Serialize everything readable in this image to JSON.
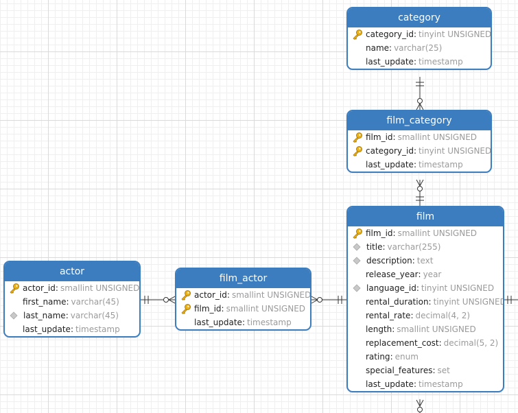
{
  "tables": [
    {
      "id": "category",
      "name": "category",
      "columns": [
        {
          "name": "category_id",
          "type": "tinyint UNSIGNED",
          "icon": "key"
        },
        {
          "name": "name",
          "type": "varchar(25)",
          "icon": "none"
        },
        {
          "name": "last_update",
          "type": "timestamp",
          "icon": "none"
        }
      ]
    },
    {
      "id": "film-category",
      "name": "film_category",
      "columns": [
        {
          "name": "film_id",
          "type": "smallint UNSIGNED",
          "icon": "key"
        },
        {
          "name": "category_id",
          "type": "tinyint UNSIGNED",
          "icon": "key"
        },
        {
          "name": "last_update",
          "type": "timestamp",
          "icon": "none"
        }
      ]
    },
    {
      "id": "film",
      "name": "film",
      "columns": [
        {
          "name": "film_id",
          "type": "smallint UNSIGNED",
          "icon": "key"
        },
        {
          "name": "title",
          "type": "varchar(255)",
          "icon": "diamond"
        },
        {
          "name": "description",
          "type": "text",
          "icon": "diamond"
        },
        {
          "name": "release_year",
          "type": "year",
          "icon": "none"
        },
        {
          "name": "language_id",
          "type": "tinyint UNSIGNED",
          "icon": "diamond"
        },
        {
          "name": "rental_duration",
          "type": "tinyint UNSIGNED",
          "icon": "none"
        },
        {
          "name": "rental_rate",
          "type": "decimal(4, 2)",
          "icon": "none"
        },
        {
          "name": "length",
          "type": "smallint UNSIGNED",
          "icon": "none"
        },
        {
          "name": "replacement_cost",
          "type": "decimal(5, 2)",
          "icon": "none"
        },
        {
          "name": "rating",
          "type": "enum",
          "icon": "none"
        },
        {
          "name": "special_features",
          "type": "set",
          "icon": "none"
        },
        {
          "name": "last_update",
          "type": "timestamp",
          "icon": "none"
        }
      ]
    },
    {
      "id": "actor",
      "name": "actor",
      "columns": [
        {
          "name": "actor_id",
          "type": "smallint UNSIGNED",
          "icon": "key"
        },
        {
          "name": "first_name",
          "type": "varchar(45)",
          "icon": "none"
        },
        {
          "name": "last_name",
          "type": "varchar(45)",
          "icon": "diamond"
        },
        {
          "name": "last_update",
          "type": "timestamp",
          "icon": "none"
        }
      ]
    },
    {
      "id": "film-actor",
      "name": "film_actor",
      "columns": [
        {
          "name": "actor_id",
          "type": "smallint UNSIGNED",
          "icon": "key"
        },
        {
          "name": "film_id",
          "type": "smallint UNSIGNED",
          "icon": "key"
        },
        {
          "name": "last_update",
          "type": "timestamp",
          "icon": "none"
        }
      ]
    }
  ],
  "relationships": [
    {
      "from": "category",
      "to": "film_category",
      "from_cardinality": "one",
      "to_cardinality": "zero-or-many"
    },
    {
      "from": "film",
      "to": "film_category",
      "from_cardinality": "one",
      "to_cardinality": "zero-or-many"
    },
    {
      "from": "actor",
      "to": "film_actor",
      "from_cardinality": "one",
      "to_cardinality": "zero-or-many"
    },
    {
      "from": "film",
      "to": "film_actor",
      "from_cardinality": "one",
      "to_cardinality": "zero-or-many"
    }
  ],
  "colors": {
    "header": "#3b7dbf",
    "border": "#3b7dbf",
    "key_icon": "#e8b21f",
    "diamond_icon": "#c8c8c8",
    "type_text": "#9a9a9a",
    "name_text": "#1e1e1e",
    "connector": "#333333"
  }
}
